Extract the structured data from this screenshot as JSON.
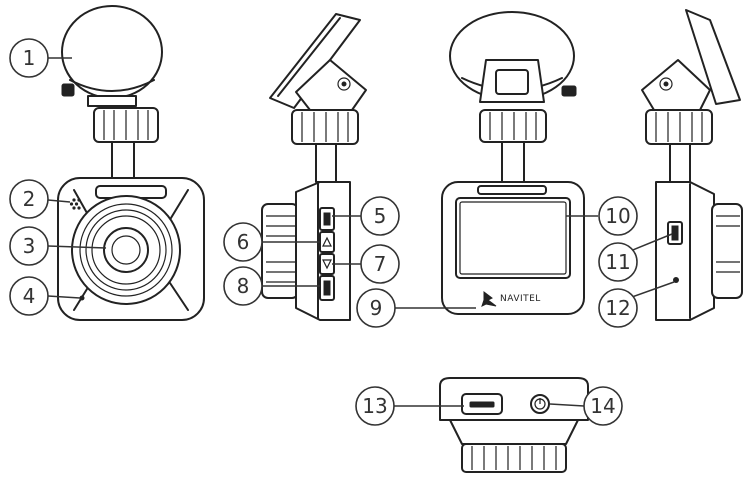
{
  "brand_label": "NAVITEL",
  "callouts": [
    {
      "id": "1",
      "label": "1"
    },
    {
      "id": "2",
      "label": "2"
    },
    {
      "id": "3",
      "label": "3"
    },
    {
      "id": "4",
      "label": "4"
    },
    {
      "id": "5",
      "label": "5"
    },
    {
      "id": "6",
      "label": "6"
    },
    {
      "id": "7",
      "label": "7"
    },
    {
      "id": "8",
      "label": "8"
    },
    {
      "id": "9",
      "label": "9"
    },
    {
      "id": "10",
      "label": "10"
    },
    {
      "id": "11",
      "label": "11"
    },
    {
      "id": "12",
      "label": "12"
    },
    {
      "id": "13",
      "label": "13"
    },
    {
      "id": "14",
      "label": "14"
    }
  ]
}
